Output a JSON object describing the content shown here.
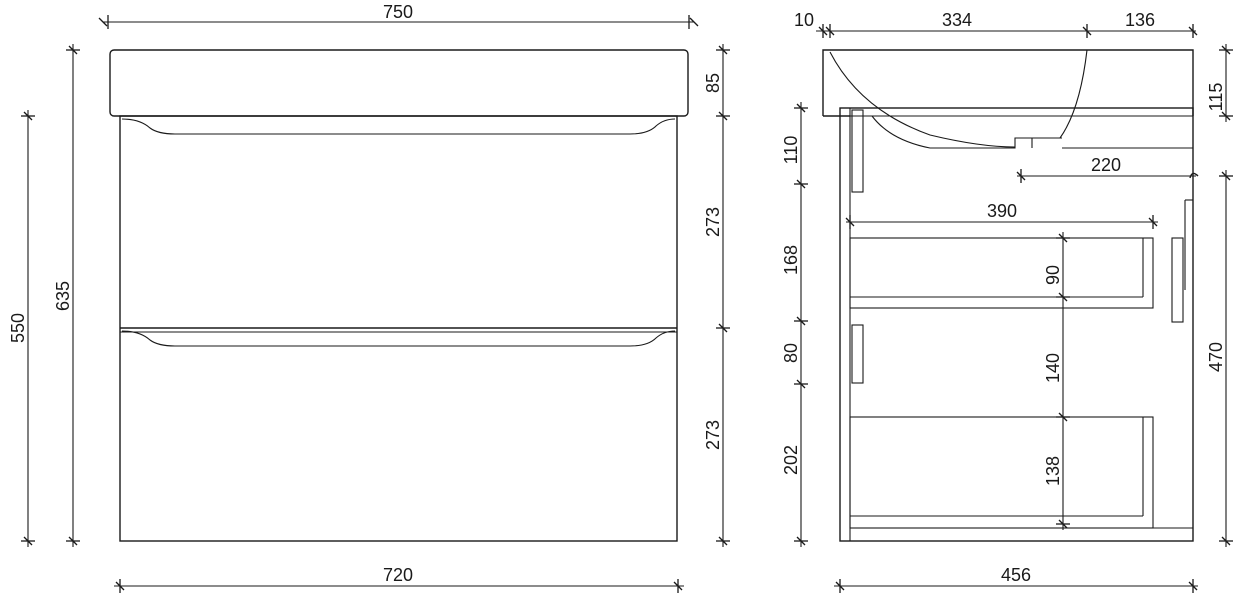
{
  "front_view": {
    "dimensions": {
      "top_width": "750",
      "bottom_width": "720",
      "total_height": "635",
      "cabinet_height": "550",
      "basin_height": "85",
      "drawer_upper_height": "273",
      "drawer_lower_height": "273"
    }
  },
  "side_view": {
    "dimensions": {
      "top_offset": "10",
      "basin_depth": "334",
      "basin_rear": "136",
      "basin_height": "115",
      "upper_panel": "110",
      "drain_distance": "220",
      "drawer_depth": "390",
      "upper_drawer_zone": "168",
      "upper_drawer_inner": "90",
      "gap": "80",
      "gap_inner": "140",
      "lower_drawer_zone": "202",
      "lower_drawer_inner": "138",
      "wall_height": "470",
      "total_depth": "456"
    }
  }
}
